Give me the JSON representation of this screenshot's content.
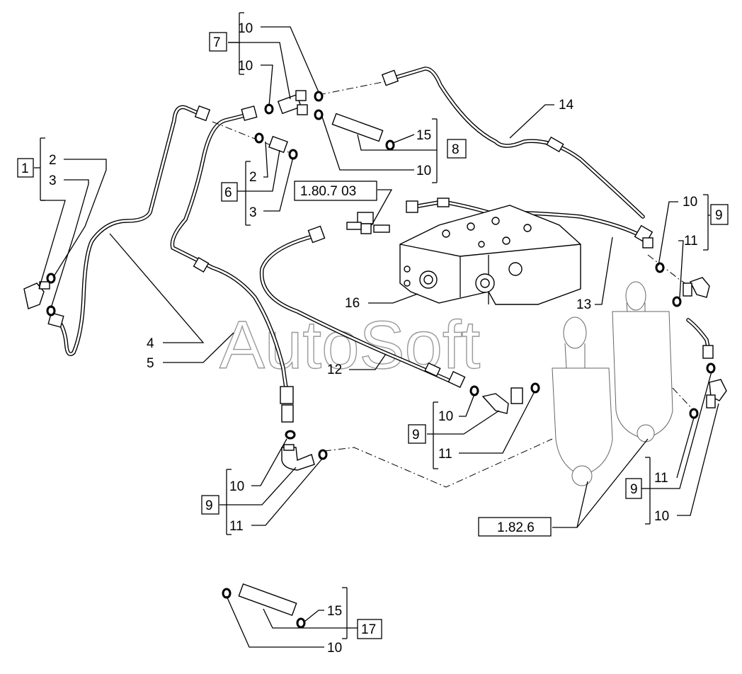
{
  "watermark": "AutoSoft",
  "references": {
    "valve_ref": "1.80.7 03",
    "cylinder_ref": "1.82.6"
  },
  "callouts": {
    "c1": "1",
    "c2a": "2",
    "c3a": "3",
    "c4": "4",
    "c5": "5",
    "c6": "6",
    "c2b": "2",
    "c3b": "3",
    "c7": "7",
    "c10_7a": "10",
    "c10_7b": "10",
    "c14": "14",
    "c15a": "15",
    "c8": "8",
    "c10_8": "10",
    "c16": "16",
    "c13": "13",
    "c12": "12",
    "c9_r": "9",
    "c10_r": "10",
    "c11_r": "11",
    "c10_c": "10",
    "c9_c": "9",
    "c11_c": "11",
    "c10_l": "10",
    "c9_l": "9",
    "c11_l": "11",
    "c9_b": "9",
    "c11_b": "11",
    "c10_b": "10",
    "c15b": "15",
    "c17": "17",
    "c10_bottom": "10"
  }
}
